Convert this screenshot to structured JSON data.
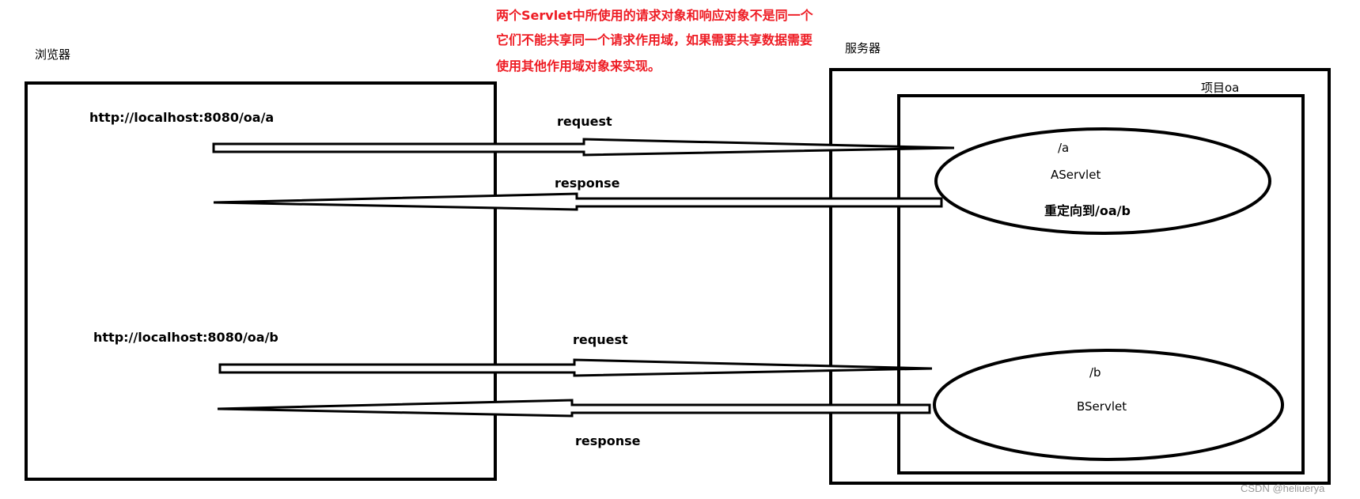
{
  "note": {
    "lines": [
      "两个Servlet中所使用的请求对象和响应对象不是同一个",
      "它们不能共享同一个请求作用域，如果需要共享数据需要",
      "使用其他作用域对象来实现。"
    ],
    "color": "#ee1c24"
  },
  "browser": {
    "label": "浏览器",
    "url_a": "http://localhost:8080/oa/a",
    "url_b": "http://localhost:8080/oa/b"
  },
  "server": {
    "label": "服务器",
    "project_label": "项目oa",
    "servlet_a": {
      "path": "/a",
      "name": "AServlet",
      "action": "重定向到/oa/b"
    },
    "servlet_b": {
      "path": "/b",
      "name": "BServlet"
    }
  },
  "arrows": {
    "request_1": "request",
    "response_1": "response",
    "request_2": "request",
    "response_2": "response"
  },
  "watermark": "CSDN @heliuerya"
}
